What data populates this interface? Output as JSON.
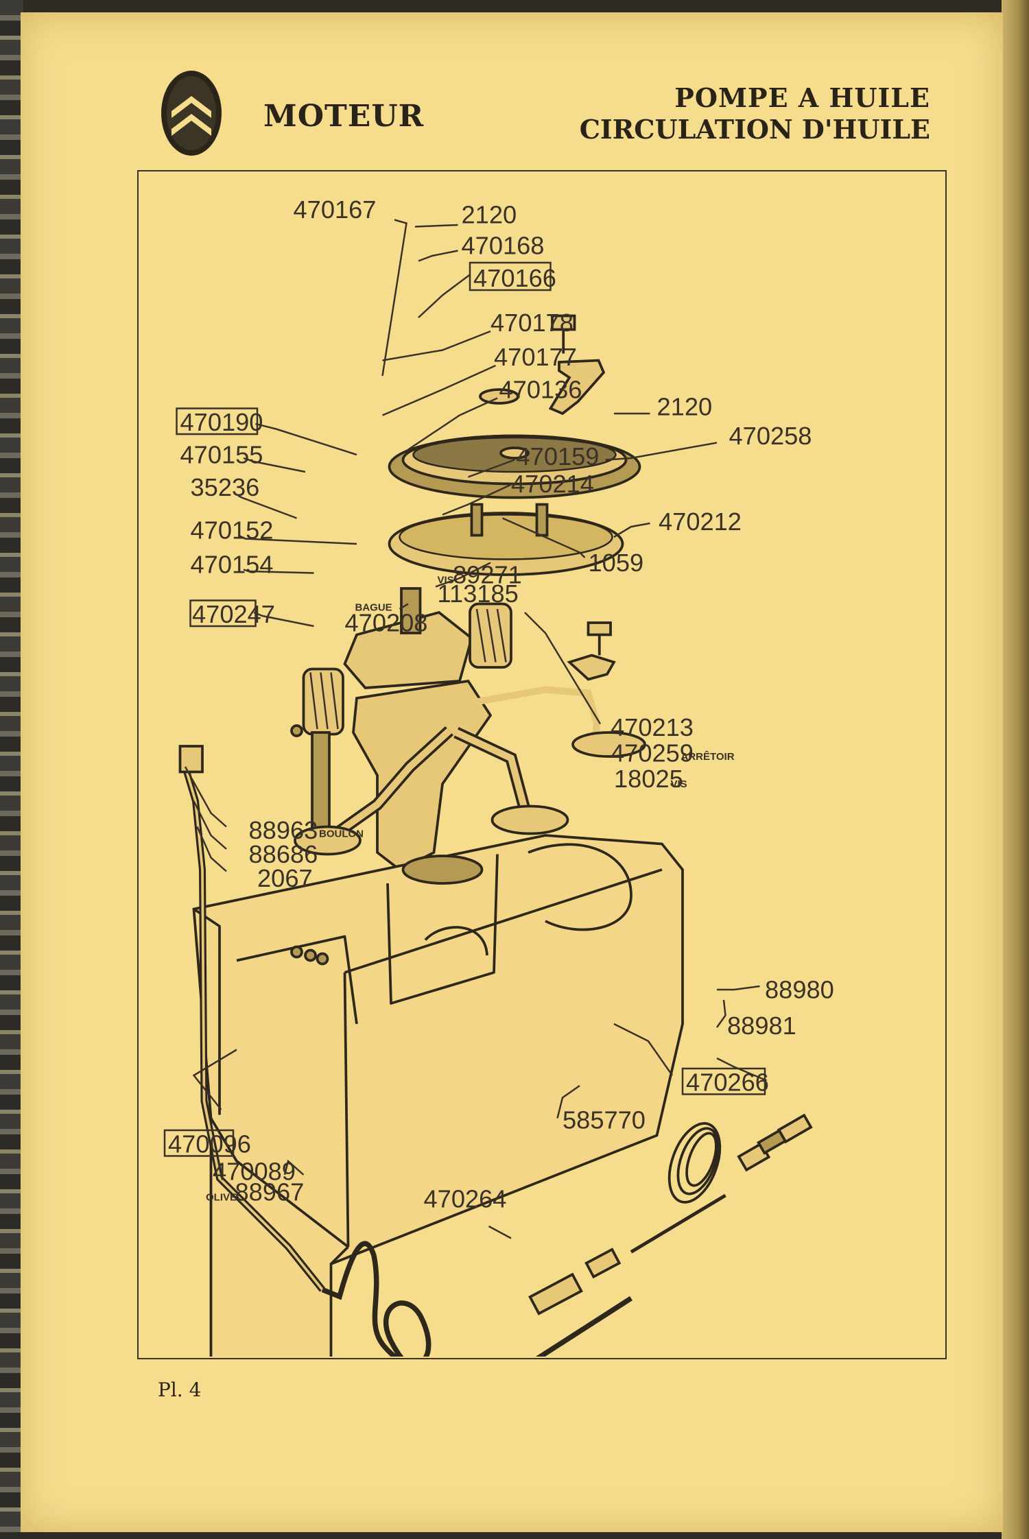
{
  "header": {
    "section": "MOTEUR",
    "title_line1": "POMPE A HUILE",
    "title_line2": "CIRCULATION D'HUILE"
  },
  "footer": {
    "plate": "Pl. 4"
  },
  "parts": {
    "p470167": "470167",
    "p2120_top": "2120",
    "p470168": "470168",
    "p470166": "470166",
    "p470178": "470178",
    "p470177": "470177",
    "p470136": "470136",
    "p2120_right": "2120",
    "p470258": "470258",
    "p470190": "470190",
    "p470155": "470155",
    "p470159": "470159",
    "p35236": "35236",
    "p470214": "470214",
    "p470212": "470212",
    "p470152": "470152",
    "p1059": "1059",
    "p470154": "470154",
    "vis_label": "VIS",
    "p89271": "89271",
    "p113185": "113185",
    "bague_label": "BAGUE",
    "p470247": "470247",
    "p470208": "470208",
    "p470213": "470213",
    "p470259": "470259",
    "arretoir_label": "ARRÊTOIR",
    "p18025": "18025",
    "vis_label2": "VIS",
    "p88963": "88963",
    "boulon_label": "BOULON",
    "p88686": "88686",
    "p2067": "2067",
    "p88980": "88980",
    "p88981": "88981",
    "p470266": "470266",
    "p585770": "585770",
    "p470096": "470096",
    "p470089": "470089",
    "olive_label": "OLIVE",
    "p88967": "88967",
    "p470264": "470264"
  }
}
